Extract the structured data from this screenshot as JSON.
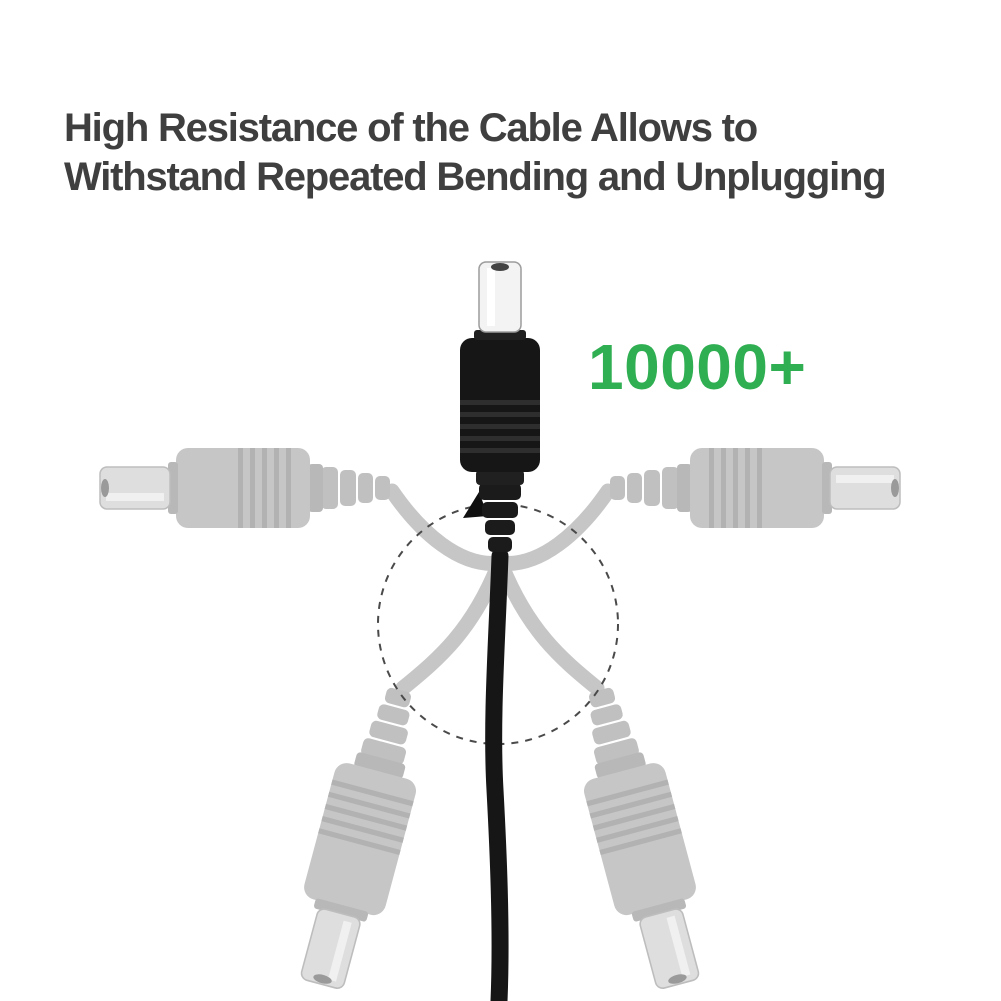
{
  "headline": {
    "line1": "High Resistance of the Cable Allows to",
    "line2": "Withstand Repeated Bending and Unplugging"
  },
  "badge": {
    "count_label": "10000+"
  },
  "icons": {
    "center_plug": "dc-barrel-plug-icon",
    "ghost_plugs": "dc-barrel-plug-ghost-icon",
    "bend_arrow": "bend-direction-arrow-icon",
    "bend_zone": "dashed-circle-bend-zone"
  },
  "colors": {
    "background": "#ffffff",
    "headline": "#3f3f3f",
    "accent_green": "#2fae52",
    "plug_black": "#161616",
    "plug_ghost": "#c6c6c6"
  }
}
